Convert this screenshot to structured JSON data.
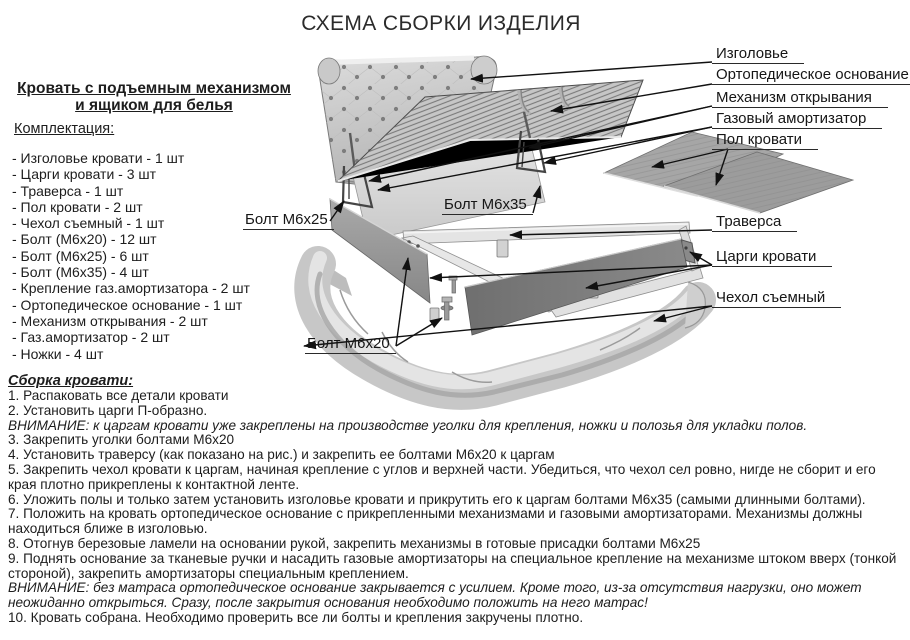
{
  "title": "СХЕМА СБОРКИ ИЗДЕЛИЯ",
  "product": {
    "heading_line1": "Кровать с подъемным механизмом",
    "heading_line2": "и ящиком для белья"
  },
  "components": {
    "heading": "Комплектация:",
    "items": [
      "- Изголовье кровати - 1 шт",
      "- Царги кровати - 3 шт",
      "- Траверса - 1 шт",
      "- Пол кровати - 2 шт",
      "- Чехол съемный - 1 шт",
      "- Болт (М6х20) - 12 шт",
      "- Болт (М6х25) - 6 шт",
      "- Болт (М6х35) - 4 шт",
      "- Крепление газ.амортизатора - 2 шт",
      "- Ортопедическое основание - 1 шт",
      "- Механизм открывания - 2 шт",
      "- Газ.амортизатор - 2 шт",
      "- Ножки - 4 шт"
    ]
  },
  "assembly": {
    "heading": "Сборка кровати:",
    "lines": [
      "1. Распаковать все детали кровати",
      "2. Установить царги П-образно.",
      "ВНИМАНИЕ: к царгам кровати уже закреплены на производстве уголки для крепления, ножки и полозья для укладки полов.",
      "3. Закрепить уголки болтами М6х20",
      "4. Установить траверсу (как показано на рис.) и закрепить ее болтами М6х20 к царгам",
      "5. Закрепить чехол кровати к царгам, начиная крепление с углов и верхней части. Убедиться, что чехол сел ровно, нигде не сборит и его",
      " края плотно прикреплены к контактной ленте.",
      "6. Уложить полы и только затем установить изголовье кровати и прикрутить его к царгам болтами М6х35 (самыми длинными болтами).",
      "7. Положить на кровать ортопедическое основание с прикрепленными механизмами и газовыми амортизаторами. Механизмы должны",
      "находиться ближе в изголовью.",
      "8. Отогнув березовые ламели на основании  рукой, закрепить механизмы в готовые присадки  болтами М6х25",
      "9. Поднять основание за тканевые ручки и насадить газовые амортизаторы на специальное  крепление на механизме штоком вверх (тонкой",
      "стороной), закрепить амортизаторы специальным креплением.",
      "ВНИМАНИЕ: без матраса ортопедическое основание закрывается с усилием. Кроме того, из-за отсутствия нагрузки, оно может",
      "неожиданно открыться. Сразу, после закрытия основания необходимо положить на него матрас!",
      "10. Кровать собрана. Необходимо проверить все ли болты и крепления закручены плотно."
    ]
  },
  "diagram": {
    "part_labels": [
      {
        "id": "headboard",
        "text": "Изголовье"
      },
      {
        "id": "orthopedic-base",
        "text": "Ортопедическое основание"
      },
      {
        "id": "opening-mechanism",
        "text": "Механизм открывания"
      },
      {
        "id": "gas-shock",
        "text": "Газовый амортизатор"
      },
      {
        "id": "bed-floor",
        "text": "Пол кровати"
      },
      {
        "id": "traverse",
        "text": "Траверса"
      },
      {
        "id": "side-rails",
        "text": "Царги кровати"
      },
      {
        "id": "removable-cover",
        "text": "Чехол съемный"
      }
    ],
    "bolt_labels": [
      {
        "id": "bolt-m6x25",
        "text": "Болт М6х25"
      },
      {
        "id": "bolt-m6x35",
        "text": "Болт М6х35"
      },
      {
        "id": "bolt-m6x20",
        "text": "Болт М6х20"
      }
    ],
    "colors": {
      "line": "#111111",
      "fabric_light": "#e2e2e2",
      "fabric_mid": "#c7c7c7",
      "panel_dark": "#787878",
      "floor_grey": "#a0a0a0"
    }
  }
}
